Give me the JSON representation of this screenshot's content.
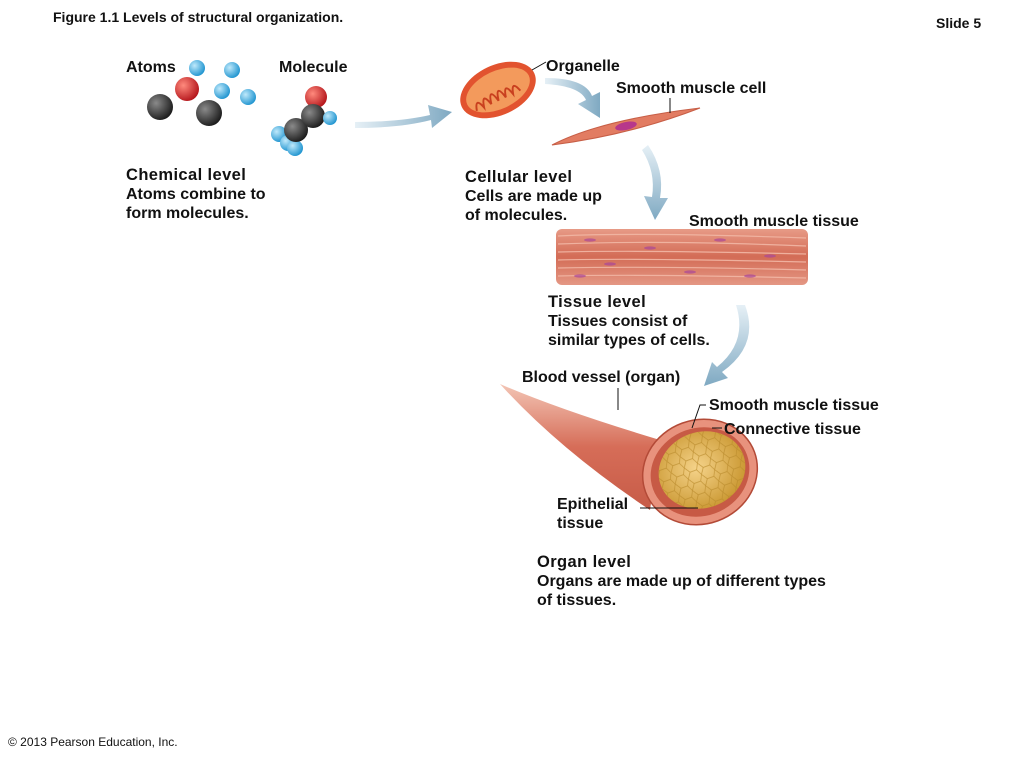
{
  "header": {
    "figure_title": "Figure 1.1  Levels of structural organization.",
    "slide_label": "Slide 5"
  },
  "labels": {
    "atoms": "Atoms",
    "molecule": "Molecule",
    "organelle": "Organelle",
    "smooth_muscle_cell": "Smooth muscle cell",
    "smooth_muscle_tissue": "Smooth muscle tissue",
    "blood_vessel": "Blood vessel (organ)",
    "vessel_smooth_muscle_tissue": "Smooth muscle tissue",
    "connective_tissue": "Connective tissue",
    "epithelial_tissue": "Epithelial\ntissue"
  },
  "levels": {
    "chemical": {
      "title": "Chemical level",
      "description": "Atoms combine to\nform molecules."
    },
    "cellular": {
      "title": "Cellular level",
      "description": "Cells are made up\nof molecules."
    },
    "tissue": {
      "title": "Tissue level",
      "description": "Tissues consist of\nsimilar types of cells."
    },
    "organ": {
      "title": "Organ level",
      "description": "Organs are made up of different types\nof tissues."
    }
  },
  "footer": {
    "copyright": "© 2013 Pearson Education, Inc."
  },
  "colors": {
    "atom_blue": "#3fb3e3",
    "atom_red": "#d8262c",
    "atom_black": "#2e2e2e",
    "muscle": "#d9735e",
    "arrow": "#9cbfd3"
  }
}
